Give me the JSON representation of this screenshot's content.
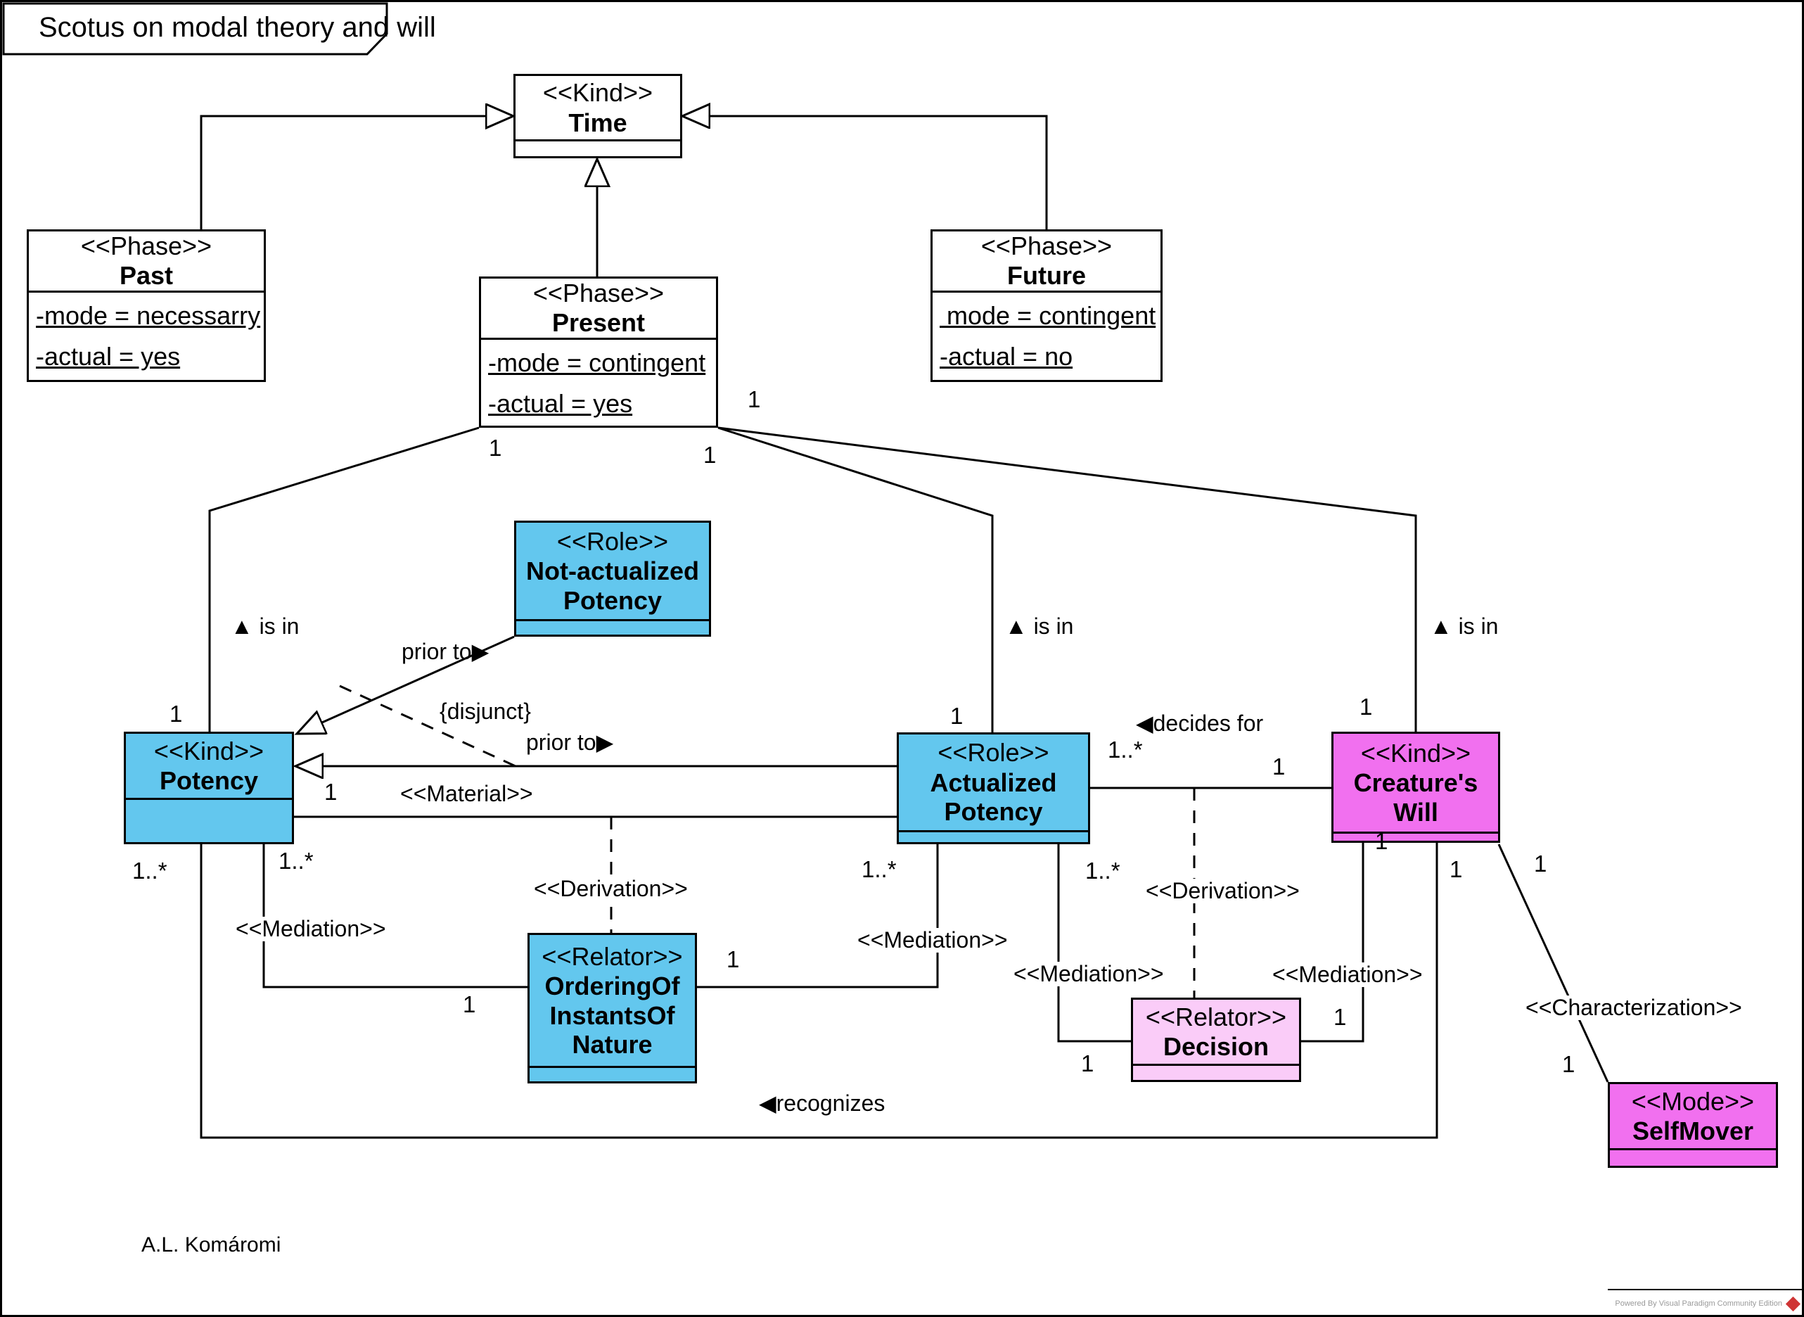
{
  "title": "Scotus on modal theory and will",
  "author": "A.L. Komáromi",
  "footer": {
    "powered_by": "Powered By  Visual Paradigm Community Edition",
    "logo": "vp-red-diamond"
  },
  "colors": {
    "class_blue": "#63C7EE",
    "class_magenta": "#F170EF",
    "class_pink": "#FACCF8",
    "line": "#000000",
    "footer_text": "#9a9a9a",
    "logo_red": "#cf3535"
  },
  "classes": {
    "time": {
      "stereotype": "<<Kind>>",
      "name": "Time",
      "attributes": []
    },
    "past": {
      "stereotype": "<<Phase>>",
      "name": "Past",
      "attributes": [
        "-mode = necessarry",
        "-actual = yes"
      ]
    },
    "present": {
      "stereotype": "<<Phase>>",
      "name": "Present",
      "attributes": [
        "-mode = contingent",
        "-actual = yes"
      ]
    },
    "future": {
      "stereotype": "<<Phase>>",
      "name": "Future",
      "attributes": [
        " mode = contingent",
        "-actual = no"
      ]
    },
    "not_actualized_potency": {
      "stereotype": "<<Role>>",
      "name": "Not-actualized Potency",
      "attributes": []
    },
    "potency": {
      "stereotype": "<<Kind>>",
      "name": "Potency",
      "attributes": []
    },
    "actualized_potency": {
      "stereotype": "<<Role>>",
      "name": "Actualized Potency",
      "attributes": []
    },
    "creatures_will": {
      "stereotype": "<<Kind>>",
      "name": "Creature's Will",
      "attributes": []
    },
    "ordering": {
      "stereotype": "<<Relator>>",
      "name": "OrderingOf InstantsOf Nature",
      "attributes": []
    },
    "decision": {
      "stereotype": "<<Relator>>",
      "name": "Decision",
      "attributes": []
    },
    "selfmover": {
      "stereotype": "<<Mode>>",
      "name": "SelfMover",
      "attributes": []
    }
  },
  "labels": {
    "is_in": "▲ is in",
    "prior_to": "prior to▶",
    "disjunct": "{disjunct}",
    "material": "<<Material>>",
    "mediation": "<<Mediation>>",
    "derivation": "<<Derivation>>",
    "decides_for": "◀decides for",
    "recognizes": "◀recognizes",
    "characterization": "<<Characterization>>"
  },
  "mult": {
    "one": "1",
    "one_many": "1..*"
  }
}
